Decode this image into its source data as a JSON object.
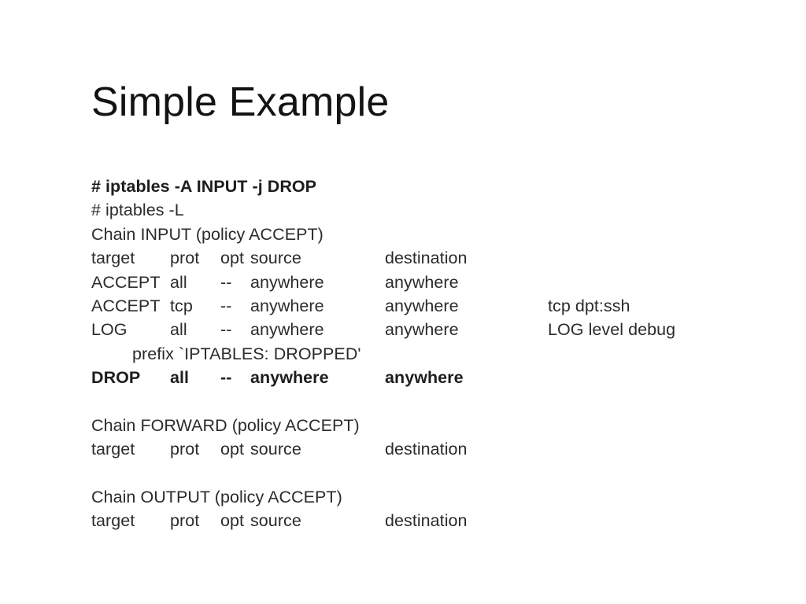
{
  "slide": {
    "title": "Simple Example",
    "text_color": "#2b2b2b",
    "background_color": "#ffffff",
    "console": {
      "lines": [
        {
          "id": "cmd-append-drop",
          "bold": true,
          "text": "# iptables -A INPUT -j DROP"
        },
        {
          "id": "cmd-list",
          "bold": false,
          "text": "# iptables -L"
        },
        {
          "id": "chain-input-header",
          "bold": false,
          "text": "Chain INPUT (policy ACCEPT)"
        },
        {
          "id": "input-column-headers",
          "bold": false,
          "columns": {
            "target": "target",
            "prot": "prot",
            "opt": "opt",
            "source": "source",
            "destination": "destination",
            "extra": ""
          }
        },
        {
          "id": "input-rule-accept-all",
          "bold": false,
          "columns": {
            "target": "ACCEPT",
            "prot": "all",
            "opt": "--",
            "source": "anywhere",
            "destination": "anywhere",
            "extra": ""
          }
        },
        {
          "id": "input-rule-accept-tcp-ssh",
          "bold": false,
          "columns": {
            "target": "ACCEPT",
            "prot": "tcp",
            "opt": "--",
            "source": "anywhere",
            "destination": "anywhere",
            "extra": "tcp dpt:ssh"
          }
        },
        {
          "id": "input-rule-log",
          "bold": false,
          "columns": {
            "target": "LOG",
            "prot": "all",
            "opt": "--",
            "source": "anywhere",
            "destination": "anywhere",
            "extra": "LOG level debug"
          }
        },
        {
          "id": "input-rule-log-prefix",
          "bold": false,
          "indent": true,
          "text": "prefix `IPTABLES: DROPPED'"
        },
        {
          "id": "input-rule-drop",
          "bold": true,
          "columns": {
            "target": "DROP",
            "prot": "all",
            "opt": "--",
            "source": "anywhere",
            "destination": "anywhere",
            "extra": ""
          }
        },
        {
          "id": "spacer-1",
          "blank": true,
          "text": ""
        },
        {
          "id": "chain-forward-header",
          "bold": false,
          "text": "Chain FORWARD (policy ACCEPT)"
        },
        {
          "id": "forward-column-headers",
          "bold": false,
          "columns": {
            "target": "target",
            "prot": "prot",
            "opt": "opt",
            "source": "source",
            "destination": "destination",
            "extra": ""
          }
        },
        {
          "id": "spacer-2",
          "blank": true,
          "text": ""
        },
        {
          "id": "chain-output-header",
          "bold": false,
          "text": "Chain OUTPUT (policy ACCEPT)"
        },
        {
          "id": "output-column-headers",
          "bold": false,
          "columns": {
            "target": "target",
            "prot": "prot",
            "opt": "opt",
            "source": "source",
            "destination": "destination",
            "extra": ""
          }
        }
      ]
    }
  }
}
